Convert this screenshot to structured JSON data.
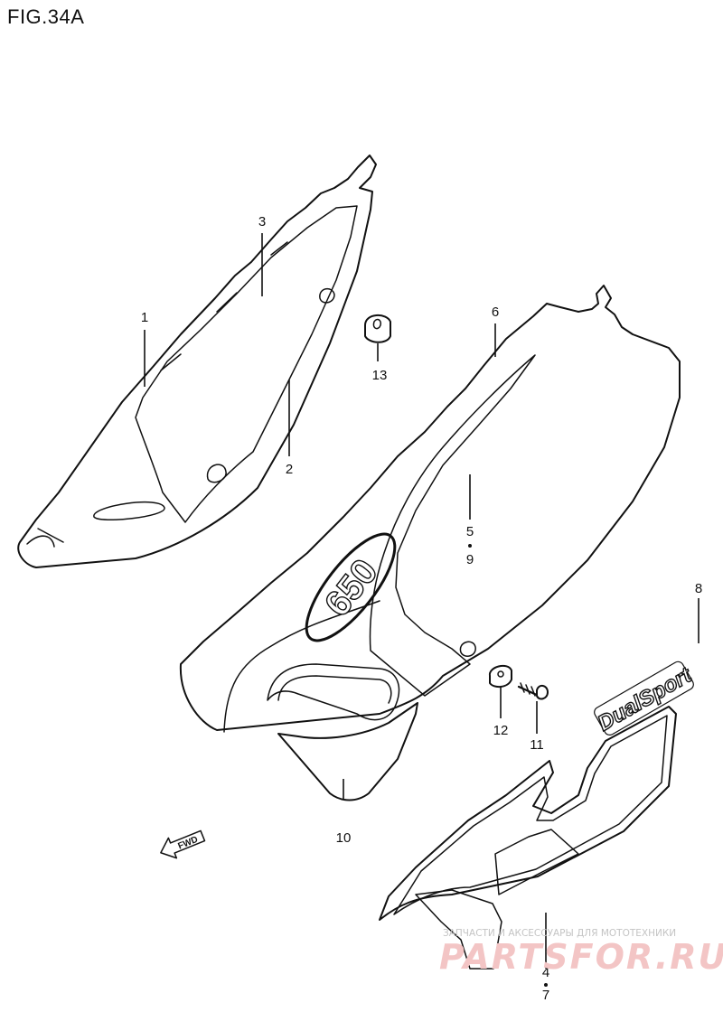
{
  "figure": {
    "title": "FIG.34A"
  },
  "callouts": [
    {
      "id": "1",
      "label": "1"
    },
    {
      "id": "2",
      "label": "2"
    },
    {
      "id": "3",
      "label": "3"
    },
    {
      "id": "4",
      "label": "4"
    },
    {
      "id": "5",
      "label": "5"
    },
    {
      "id": "6",
      "label": "6"
    },
    {
      "id": "7",
      "label": "7"
    },
    {
      "id": "8",
      "label": "8"
    },
    {
      "id": "9",
      "label": "9"
    },
    {
      "id": "10",
      "label": "10"
    },
    {
      "id": "11",
      "label": "11"
    },
    {
      "id": "12",
      "label": "12"
    },
    {
      "id": "13",
      "label": "13"
    }
  ],
  "decals": {
    "model_number": "650",
    "dual_sport": "DualSport"
  },
  "direction_marker": {
    "label": "FWD"
  },
  "watermark": {
    "line1": "ЗАПЧАСТИ И АКСЕССУАРЫ ДЛЯ МОТОТЕХНИКИ",
    "line2": "PARTSFOR.RU"
  }
}
